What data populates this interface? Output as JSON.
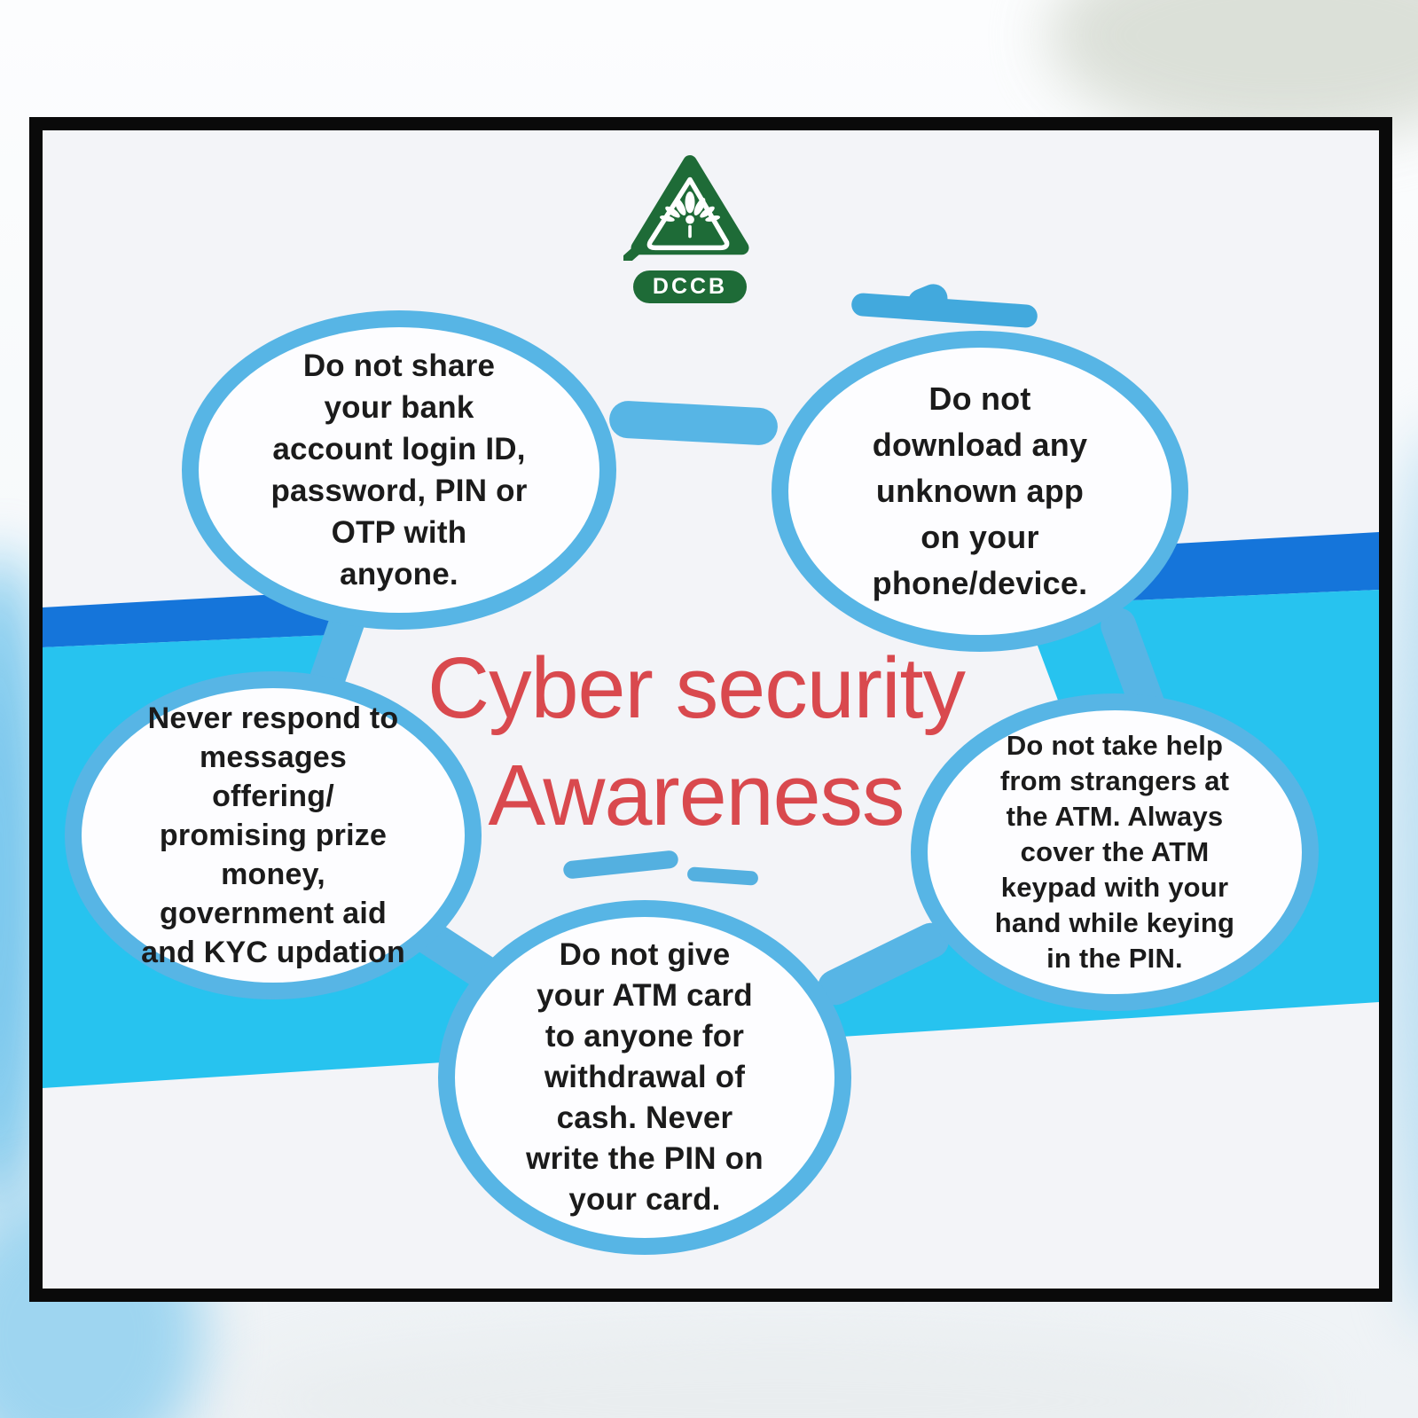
{
  "logo": {
    "org": "DCCB"
  },
  "title": {
    "lines": [
      "Cyber security",
      "Awareness"
    ]
  },
  "bubbles": [
    {
      "id": "share-credentials",
      "lines": [
        "Do not share",
        "your bank",
        "account login ID,",
        "password, PIN or",
        "OTP with",
        "anyone."
      ]
    },
    {
      "id": "unknown-apps",
      "lines": [
        "Do not",
        "download any",
        "unknown app",
        "on your",
        "phone/device."
      ]
    },
    {
      "id": "scam-messages",
      "lines": [
        "Never respond to",
        "messages",
        "offering/",
        "promising prize",
        "money,",
        "government aid",
        "and KYC updation"
      ]
    },
    {
      "id": "atm-strangers",
      "lines": [
        "Do not take help",
        "from strangers at",
        "the ATM. Always",
        "cover the ATM",
        "keypad with your",
        "hand while keying",
        "in the PIN."
      ]
    },
    {
      "id": "atm-card",
      "lines": [
        "Do not give",
        "your ATM card",
        "to anyone for",
        "withdrawal of",
        "cash. Never",
        "write the PIN on",
        "your card."
      ]
    }
  ],
  "colors": {
    "poster-bg": "#f3f4f8",
    "frame-black": "#0a0a0a",
    "band-dark": "#1575da",
    "band-cyan": "#27c3ef",
    "bubble-border": "#57b5e5",
    "bubble-fill": "#fdfdff",
    "smudge-blue": "#42a9dd",
    "title-red": "#d9494e",
    "text-black": "#1b1b1b",
    "logo-green": "#1e6b37"
  }
}
